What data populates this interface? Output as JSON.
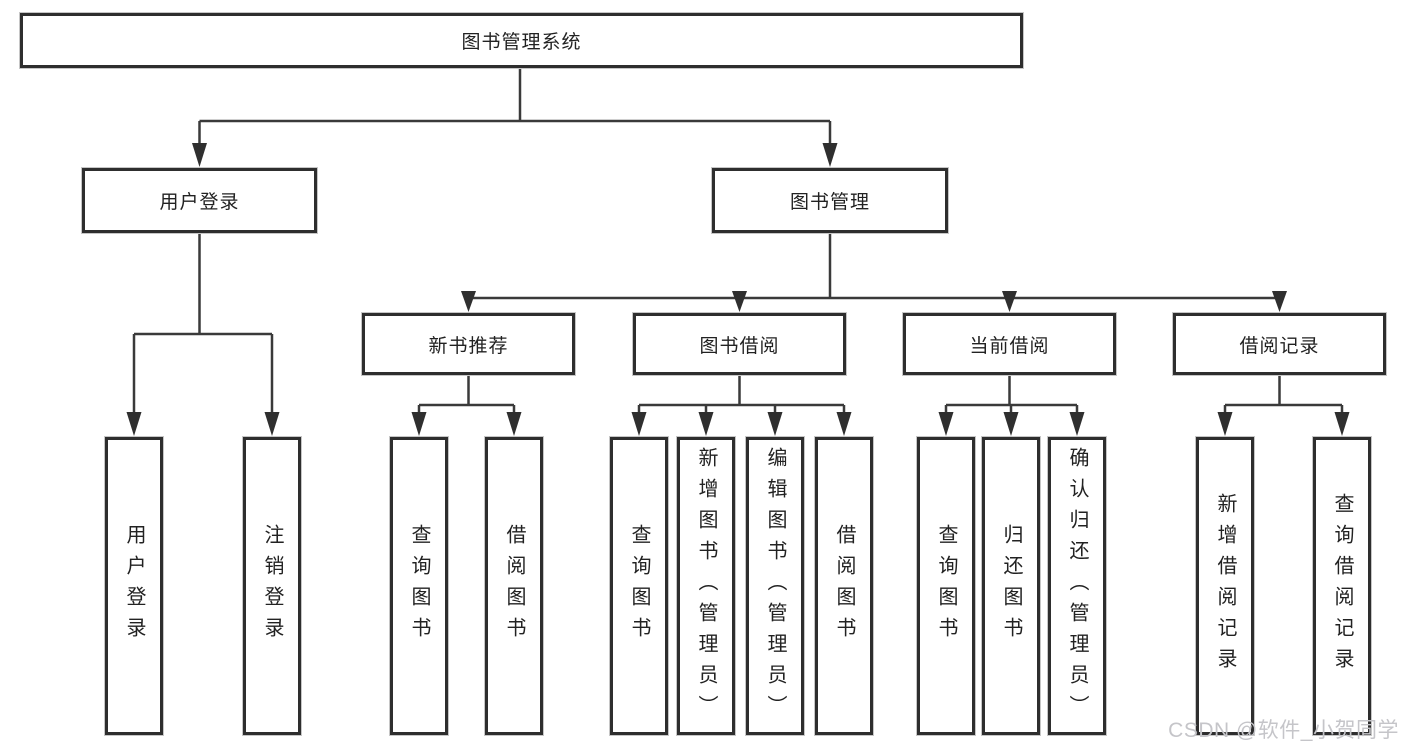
{
  "diagram": {
    "title": "图书管理系统",
    "branches": [
      {
        "label": "用户登录",
        "children": [
          "用户登录",
          "注销登录"
        ]
      },
      {
        "label": "图书管理",
        "sections": [
          {
            "label": "新书推荐",
            "children": [
              "查询图书",
              "借阅图书"
            ]
          },
          {
            "label": "图书借阅",
            "children": [
              "查询图书",
              "新增图书（管理员）",
              "编辑图书（管理员）",
              "借阅图书"
            ]
          },
          {
            "label": "当前借阅",
            "children": [
              "查询图书",
              "归还图书",
              "确认归还（管理员）"
            ]
          },
          {
            "label": "借阅记录",
            "children": [
              "新增借阅记录",
              "查询借阅记录"
            ]
          }
        ]
      }
    ]
  },
  "watermark": {
    "text": "CSDN @软件_小贺同学"
  },
  "colors": {
    "background": "#ffffff",
    "box_border": "#2e2e2e",
    "line": "#3a3a3a",
    "text": "#222222",
    "watermark": "#c5c5c9"
  }
}
